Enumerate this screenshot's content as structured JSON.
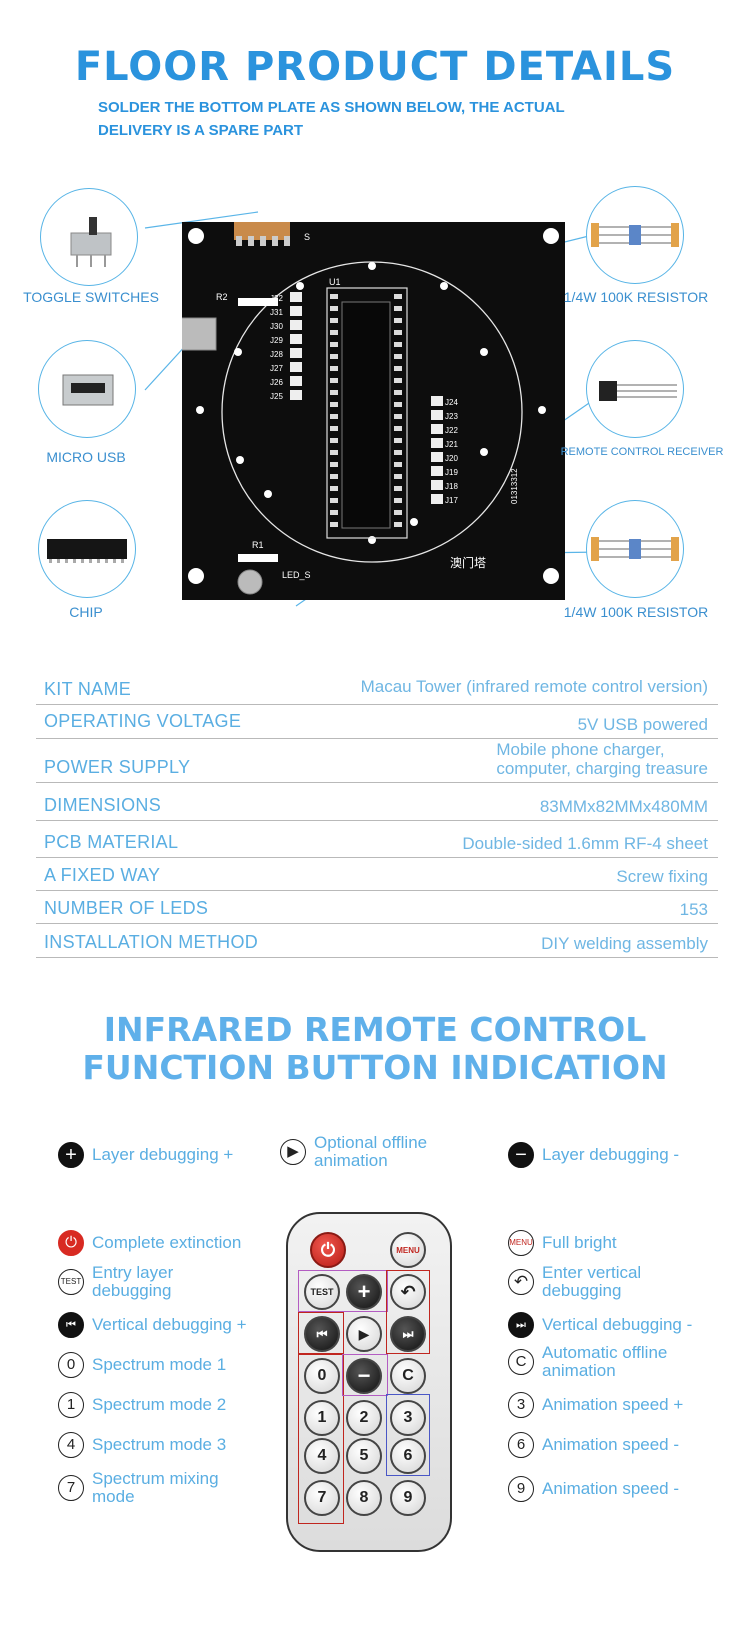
{
  "header": {
    "title": "FLOOR PRODUCT DETAILS",
    "subtitle": "SOLDER THE BOTTOM PLATE AS SHOWN BELOW, THE ACTUAL DELIVERY IS A SPARE PART"
  },
  "callouts": {
    "toggle": "TOGGLE SWITCHES",
    "usb": "MICRO USB",
    "chip": "CHIP",
    "resistor_top": "1/4W 100K RESISTOR",
    "receiver": "REMOTE CONTROL RECEIVER",
    "resistor_bottom": "1/4W 100K RESISTOR"
  },
  "pcb": {
    "labels": {
      "s": "S",
      "r2": "R2",
      "u1": "U1",
      "r1": "R1",
      "led": "LED_S",
      "name": "澳门塔",
      "code": "01313312"
    },
    "jumpers_left": [
      "J32",
      "J31",
      "J30",
      "J29",
      "J28",
      "J27",
      "J26",
      "J25"
    ],
    "jumpers_right": [
      "J24",
      "J23",
      "J22",
      "J21",
      "J20",
      "J19",
      "J18",
      "J17"
    ]
  },
  "specs": [
    {
      "key": "KIT NAME",
      "value": "Macau Tower (infrared remote control version)"
    },
    {
      "key": "OPERATING VOLTAGE",
      "value": "5V USB powered"
    },
    {
      "key": "POWER SUPPLY",
      "value": "Mobile phone charger,\ncomputer, charging treasure"
    },
    {
      "key": "DIMENSIONS",
      "value": "83MMx82MMx480MM"
    },
    {
      "key": "PCB MATERIAL",
      "value": "Double-sided 1.6mm RF-4 sheet"
    },
    {
      "key": "A FIXED WAY",
      "value": "Screw fixing"
    },
    {
      "key": "NUMBER OF LEDS",
      "value": "153"
    },
    {
      "key": "INSTALLATION METHOD",
      "value": "DIY welding assembly"
    }
  ],
  "remote_section": {
    "title_line1": "INFRARED REMOTE CONTROL",
    "title_line2": "FUNCTION BUTTON INDICATION"
  },
  "legend_left": [
    {
      "symbol": "+",
      "style": "solid",
      "label": "Layer debugging +"
    },
    {
      "symbol": "⏻",
      "style": "red",
      "label": "Complete extinction"
    },
    {
      "symbol": "TEST",
      "style": "small",
      "label": "Entry layer debugging"
    },
    {
      "symbol": "⏮",
      "style": "solid",
      "label": "Vertical debugging +"
    },
    {
      "symbol": "0",
      "style": "outline",
      "label": "Spectrum mode 1"
    },
    {
      "symbol": "1",
      "style": "outline",
      "label": "Spectrum mode 2"
    },
    {
      "symbol": "4",
      "style": "outline",
      "label": "Spectrum mode 3"
    },
    {
      "symbol": "7",
      "style": "outline",
      "label": "Spectrum mixing mode"
    }
  ],
  "legend_center": {
    "symbol": "▶",
    "label": "Optional offline animation"
  },
  "legend_right": [
    {
      "symbol": "−",
      "style": "solid",
      "label": "Layer debugging -"
    },
    {
      "symbol": "MENU",
      "style": "small",
      "label": "Full bright"
    },
    {
      "symbol": "↶",
      "style": "outline",
      "label": "Enter vertical debugging"
    },
    {
      "symbol": "⏭",
      "style": "solid",
      "label": "Vertical debugging -"
    },
    {
      "symbol": "C",
      "style": "outline",
      "label": "Automatic offline animation"
    },
    {
      "symbol": "3",
      "style": "outline",
      "label": "Animation speed +"
    },
    {
      "symbol": "6",
      "style": "outline",
      "label": "Animation speed -"
    },
    {
      "symbol": "9",
      "style": "outline",
      "label": "Animation speed -"
    }
  ],
  "remote_buttons": {
    "power": "⏻",
    "menu": "MENU",
    "test": "TEST",
    "plus": "+",
    "back": "↶",
    "prev": "⏮",
    "play": "▶",
    "next": "⏭",
    "zero": "0",
    "minus": "−",
    "c": "C",
    "one": "1",
    "two": "2",
    "three": "3",
    "four": "4",
    "five": "5",
    "six": "6",
    "seven": "7",
    "eight": "8",
    "nine": "9"
  },
  "colors": {
    "accent": "#2b93dd",
    "text": "#5aaee2",
    "pcb": "#111111",
    "red": "#d82a22"
  }
}
